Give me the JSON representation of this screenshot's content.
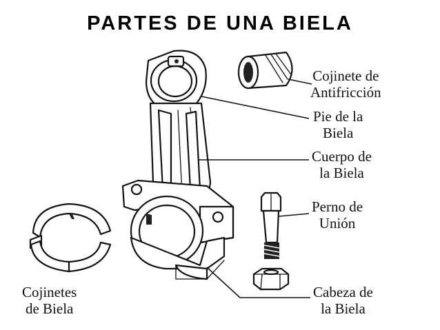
{
  "title": "PARTES DE UNA BIELA",
  "labels": {
    "cojinete_antifriccion": [
      "Cojinete de",
      "Antifricción"
    ],
    "pie": [
      "Pie de la",
      "Biela"
    ],
    "cuerpo": [
      "Cuerpo de",
      "la Biela"
    ],
    "perno": [
      "Perno de",
      "Unión"
    ],
    "cabeza": [
      "Cabeza de",
      "la Biela"
    ],
    "cojinetes_biela": [
      "Cojinetes",
      "de Biela"
    ]
  }
}
